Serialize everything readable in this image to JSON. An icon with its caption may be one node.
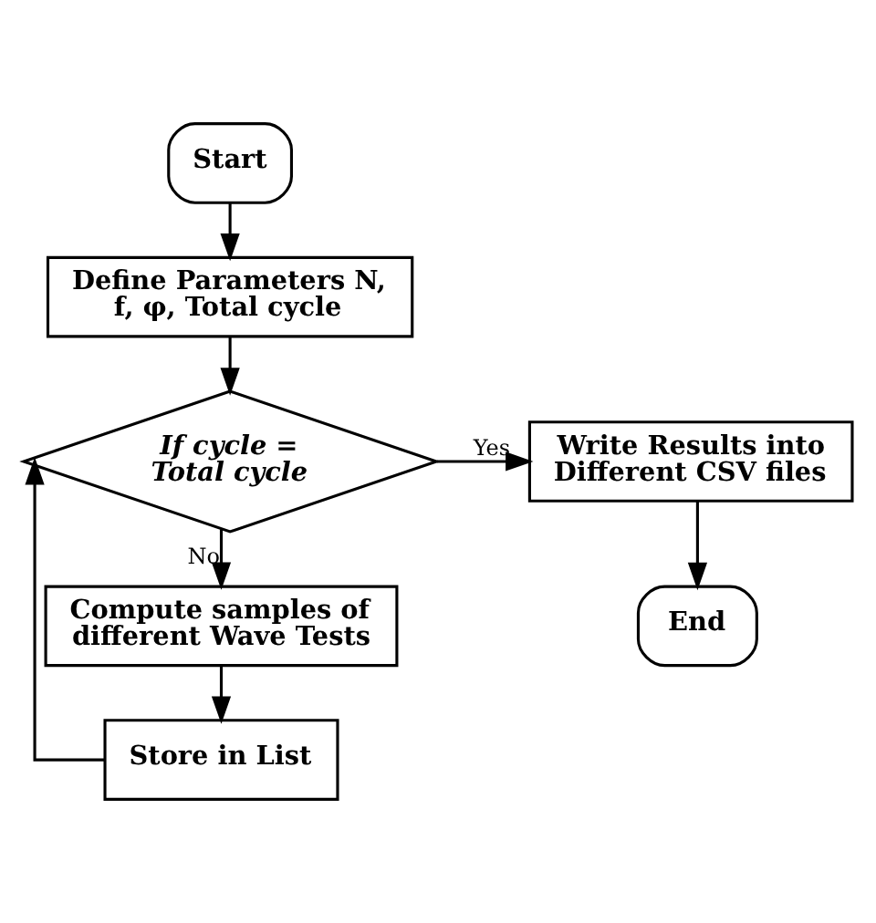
{
  "diagram": {
    "nodes": [
      {
        "text": [
          "Start"
        ]
      },
      {
        "text": [
          "Define Parameters N, f, φ, Total cycle"
        ]
      },
      {
        "text": [
          "If cycle = Total cycle"
        ]
      },
      {
        "text": [
          "Write Results into Different CSV files"
        ]
      },
      {
        "text": [
          "End"
        ]
      },
      {
        "text": [
          "Compute samples of different Wave Tests"
        ]
      },
      {
        "text": [
          "Store in List"
        ]
      }
    ],
    "edges": [
      {
        "from": 0,
        "to": 1,
        "arrow": "to"
      },
      {
        "from": 1,
        "to": 2,
        "arrow": "to"
      },
      {
        "from": 2,
        "to": 3,
        "arrow": "to",
        "label": "Yes"
      },
      {
        "from": 3,
        "to": 4,
        "arrow": "to"
      },
      {
        "from": 2,
        "to": 5,
        "arrow": "to",
        "label": "No"
      },
      {
        "from": 5,
        "to": 6,
        "arrow": "to"
      },
      {
        "from": 6,
        "to": 2,
        "arrow": "to"
      }
    ]
  }
}
